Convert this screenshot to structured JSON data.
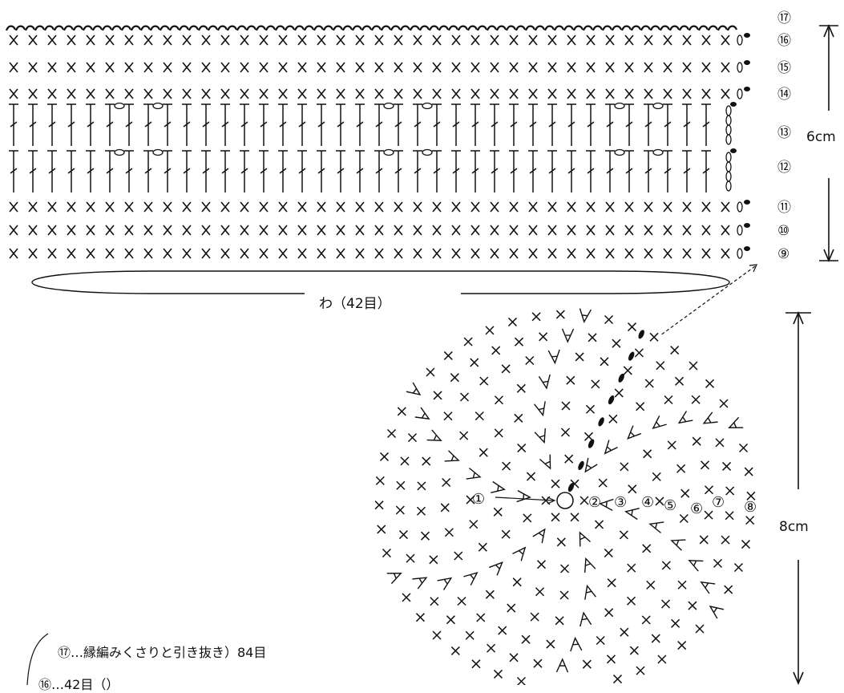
{
  "top_chart": {
    "rows_top_to_bottom": [
      {
        "round": "⑰",
        "type": "edge"
      },
      {
        "round": "⑯",
        "type": "sc"
      },
      {
        "round": "⑮",
        "type": "sc"
      },
      {
        "round": "⑭",
        "type": "sc"
      },
      {
        "round": "⑬",
        "type": "dc"
      },
      {
        "round": "⑫",
        "type": "dc"
      },
      {
        "round": "⑪",
        "type": "sc"
      },
      {
        "round": "⑩",
        "type": "sc"
      },
      {
        "round": "⑨",
        "type": "sc"
      }
    ],
    "stitch_count_per_row": 38,
    "height_label": "6cm",
    "ring_label": "わ（42目）"
  },
  "bottom_chart": {
    "round_labels": [
      "①",
      "②",
      "③",
      "④",
      "⑤",
      "⑥",
      "⑦",
      "⑧"
    ],
    "size_label": "8cm"
  },
  "notes": {
    "line1": "⑰…縁編みくさりと引き抜き）84目",
    "line2": "⑯…42目（）"
  }
}
